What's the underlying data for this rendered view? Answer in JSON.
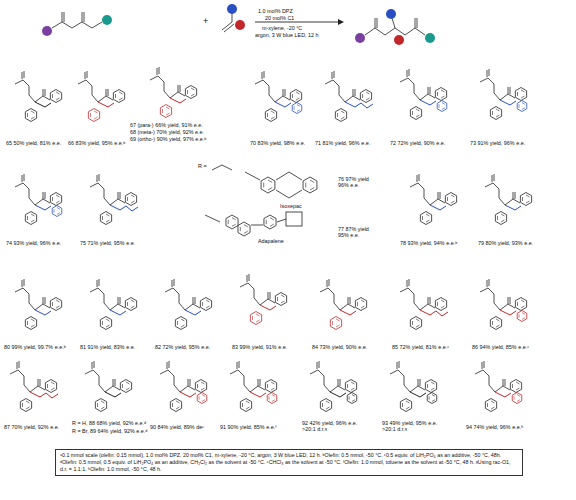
{
  "diagram": {
    "nodes": [
      {
        "text": [
          "ᵃ0.1 mmol scale (olefin: 0.15 mmol), 1.0 mol% DPZ, 20 mol% C1, m-xylene, -20 °C, argon, 3 W blue LED, 12 h. ᵇOlefin: 0.5 mmol, -50 °C. ᶜ0.5 equiv. of LiH₂PO₄ as an additive, -50 °C, 48h. ᵈOlefin: 0.5 mmol, 0.5 equiv. of LiH₂PO₄ as an additive, CH₂Cl₂ as the solvent at -50 °C. ᵉCHCl₃ as the solvent at -50 °C. ᶠOlefin: 1.0 mmol, toluene as the solvent at -50 °C, 48 h. ᵍUsing rac-O1, d.r. = 1.1:1. ʰOlefin: 1.0 mmol, -50 °C, 48 h."
        ]
      }
    ],
    "labels": [
      "1.0 mol% DPZ",
      "20 mol% C1",
      "m-xylene, -20 °C",
      "argon, 3 W blue LED, 12 h",
      "+",
      "65 50% yield, 81% e.e.",
      "66 83% yield, 95% e.e.ᵇ",
      "67 (para-) 66% yield, 91% e.e.",
      "68 (meta-) 70% yield, 92% e.e.",
      "69 (ortho-) 90% yield, 97% e.e.ᵇ",
      "70 83% yield, 98% e.e.",
      "71 81% yield, 96% e.e.",
      "72 72% yield, 90% e.e.",
      "73 91% yield, 96% e.e.",
      "74 93% yield, 96% e.e.",
      "75 71% yield, 95% e.e.",
      "R =",
      "Isoxepac",
      "76 97% yield 96% e.e.",
      "Adapalene",
      "77 87% yield 95% e.e.",
      "78 93% yield, 94% e.e.ᵇ",
      "79 80% yield, 93% e.e.",
      "80 99% yield, 99.7% e.e.ᵇ",
      "81 91% yield, 83% e.e.",
      "82 72% yield, 95% e.e.",
      "83 99% yield, 91% e.e.",
      "84 73% yield, 90% e.e.",
      "85 72% yield, 81% e.e.ᶜ",
      "86 94% yield, 85% e.e.ᶜ",
      "87 70% yield, 92% e.e.",
      "R = H, 88 68% yield, 92% e.e.ᵈ",
      "R = Br, 89 64% yield, 92% e.e.ᵈ",
      "90 84% yield, 89% deᵉ",
      "91 90% yield, 85% e.e.ᶠ",
      "92 42% yield, 96% e.e. >20:1 d.r.ᵍ",
      "93 49% yield, 95% e.e. >20:1 d.r.ᵍ",
      "94 74% yield, 96% e.e.ʰ"
    ]
  }
}
